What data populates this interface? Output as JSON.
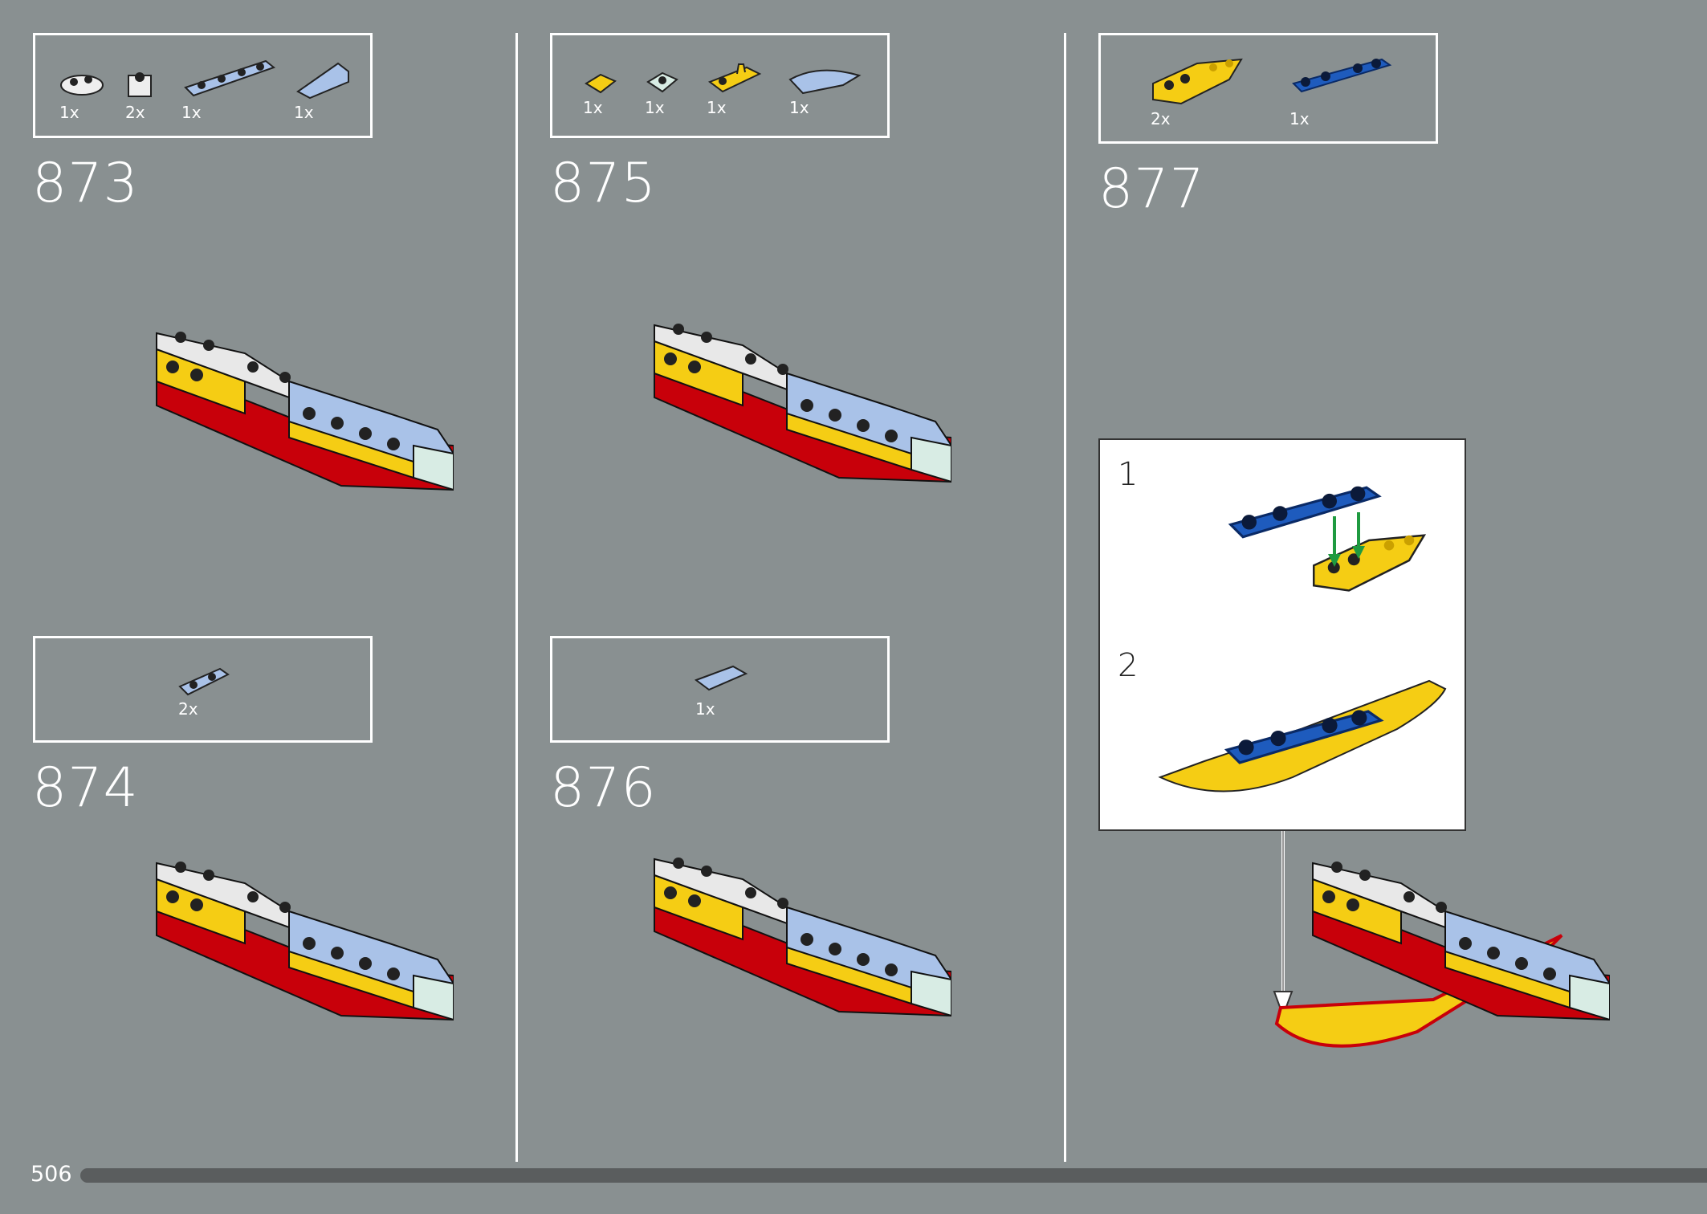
{
  "page_number": "506",
  "colors": {
    "background": "#899091",
    "progress": "#5a5d5e",
    "yellow": "#f5cd14",
    "red": "#c8000a",
    "light_blue": "#a9c2e8",
    "blue": "#1e5bbd"
  },
  "steps": [
    {
      "number": "873",
      "parts": [
        {
          "qty": "1x",
          "icon": "white-plate-round-icon"
        },
        {
          "qty": "2x",
          "icon": "white-brick-round-icon"
        },
        {
          "qty": "1x",
          "icon": "light-blue-plate-1x4-icon"
        },
        {
          "qty": "1x",
          "icon": "light-blue-slope-icon"
        }
      ]
    },
    {
      "number": "874",
      "parts": [
        {
          "qty": "2x",
          "icon": "light-blue-plate-1x2-icon"
        }
      ]
    },
    {
      "number": "875",
      "parts": [
        {
          "qty": "1x",
          "icon": "yellow-tile-icon"
        },
        {
          "qty": "1x",
          "icon": "light-aqua-plate-icon"
        },
        {
          "qty": "1x",
          "icon": "yellow-clip-plate-icon"
        },
        {
          "qty": "1x",
          "icon": "light-blue-curved-slope-icon"
        }
      ]
    },
    {
      "number": "876",
      "parts": [
        {
          "qty": "1x",
          "icon": "light-blue-tile-icon"
        }
      ]
    },
    {
      "number": "877",
      "parts": [
        {
          "qty": "2x",
          "icon": "yellow-wedge-icon"
        },
        {
          "qty": "1x",
          "icon": "blue-plate-1x6-icon"
        }
      ],
      "substeps": [
        {
          "number": "1"
        },
        {
          "number": "2"
        }
      ]
    }
  ]
}
